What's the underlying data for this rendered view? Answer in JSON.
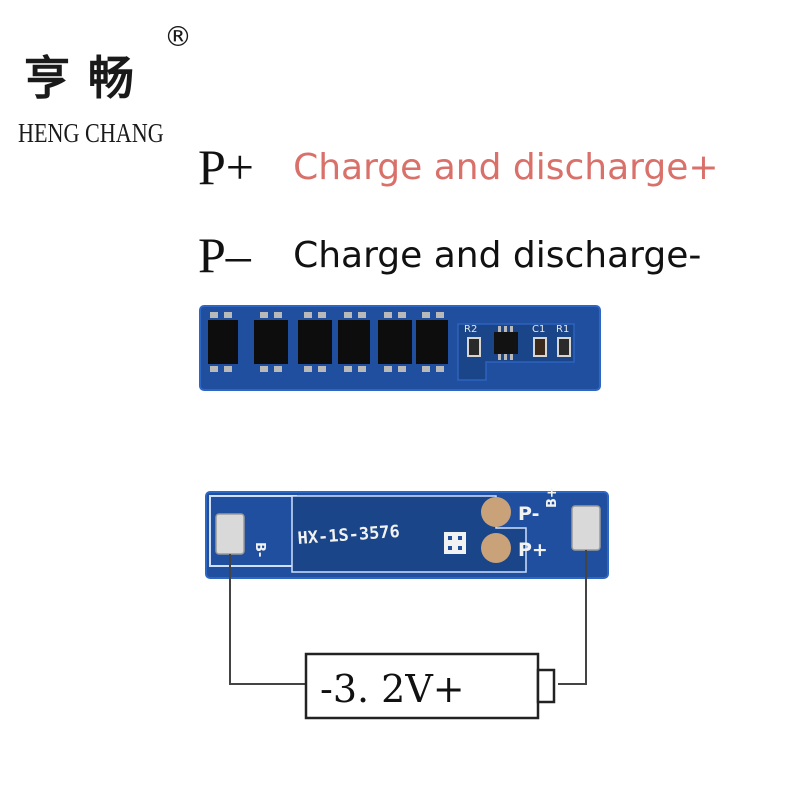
{
  "brand": {
    "name_cn": "亨畅",
    "registered_mark": "®",
    "name_en": "HENG CHANG"
  },
  "legend": [
    {
      "pin": "P+",
      "description": "Charge and discharge+"
    },
    {
      "pin": "P–",
      "description": "Charge and discharge-"
    }
  ],
  "board_top": {
    "component_labels": [
      "R2",
      "C1",
      "R1"
    ]
  },
  "board_bottom": {
    "model": "HX-1S-3576",
    "pad_labels": {
      "p_minus": "P-",
      "p_plus": "P+",
      "b_plus": "B+",
      "b_minus": "B-"
    }
  },
  "battery": {
    "label": "-3. 2V+"
  },
  "colors": {
    "pcb": "#1f4f9e",
    "pcb_dark": "#163d7c",
    "pad_gold": "#c9a27a",
    "desc_accent": "#d9716a"
  }
}
